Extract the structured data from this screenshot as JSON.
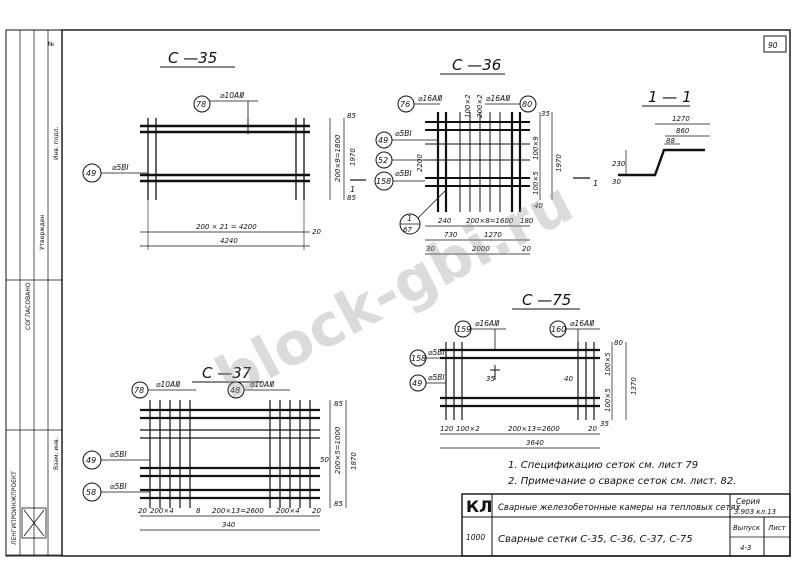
{
  "sheet": {
    "number": "90",
    "corner_mark": "№"
  },
  "grids": {
    "c35": {
      "title": "С —35",
      "bar_top": "⌀10АⅢ",
      "bar_top_pos": "78",
      "bar_side": "⌀5ВⅠ",
      "bar_side_pos": "49",
      "dim_bottom_inner": "200 × 21 = 4200",
      "dim_bottom_end": "20",
      "dim_total": "4240",
      "dim_right_inner": "200×9=1800",
      "dim_right_total": "1970",
      "dim_right_top": "85",
      "dim_right_bottom": "85",
      "section_mark": "1"
    },
    "c36": {
      "title": "С —36",
      "pos_a": "76",
      "bar_a": "⌀16АⅢ",
      "pos_b": "80",
      "bar_b": "⌀16АⅢ",
      "pos_c": "49",
      "bar_c": "⌀5ВⅠ",
      "pos_d": "52",
      "pos_e": "158",
      "bar_e": "⌀5ВⅠ",
      "dim_top_a": "100×2",
      "dim_top_b": "200×2",
      "dim_left": "2200",
      "dim_right_a": "100×9",
      "dim_right_b": "100×5",
      "dim_right_c": "40",
      "dim_right_top": "35",
      "dim_right_total": "1970",
      "dim_b1": "240",
      "dim_b2": "200×8=1600",
      "dim_b3": "180",
      "dim_b4": "730",
      "dim_b5": "1270",
      "dim_b6": "2000",
      "dim_b7": "30",
      "dim_b8": "20",
      "callout_top": "1",
      "callout_bottom": "67",
      "section_mark": "1"
    },
    "section11": {
      "title": "1 — 1",
      "dim_a": "1270",
      "dim_b": "860",
      "dim_c": "88",
      "dim_d": "230",
      "dim_e": "30"
    },
    "c75": {
      "title": "С —75",
      "pos_a": "159",
      "bar_a": "⌀16АⅢ",
      "pos_b": "160",
      "bar_b": "⌀16АⅢ",
      "pos_c": "158",
      "bar_c": "⌀5ВⅠ",
      "pos_d": "49",
      "bar_d": "⌀5ВⅠ",
      "dim_inner_a": "35",
      "dim_inner_b": "40",
      "dim_left": "120",
      "dim_left2": "100×2",
      "dim_mid": "200×13=2600",
      "dim_end": "20",
      "dim_total": "3640",
      "dim_right_a": "100×5",
      "dim_right_b": "100×5",
      "dim_right_c": "80",
      "dim_right_d": "35",
      "dim_right_total": "1370"
    },
    "c37": {
      "title": "С —37",
      "pos_a": "78",
      "bar_a": "⌀10АⅢ",
      "pos_b": "48",
      "bar_b": "⌀10АⅢ",
      "pos_c": "49",
      "bar_c": "⌀5ВⅠ",
      "pos_d": "58",
      "bar_d": "⌀5ВⅠ",
      "dim_b1": "20",
      "dim_b2": "200×4",
      "dim_b3": "8",
      "dim_b4": "200×13=2600",
      "dim_b5": "200×4",
      "dim_b6": "20",
      "dim_total": "340",
      "dim_right_a": "85",
      "dim_right_b": "200×5=1000",
      "dim_right_c": "1870",
      "dim_right_d": "50",
      "dim_right_e": "85"
    }
  },
  "notes": [
    "1. Спецификацию сеток см. лист 79",
    "2. Примечание о сварке сеток см. лист. 82."
  ],
  "title_block": {
    "code": "КЛ",
    "row1": "Сварные железобетонные камеры на тепловых сетях",
    "code2": "1000",
    "row2": "Сварные сетки С-35, С-36, С-37, С-75",
    "series_label": "Серия",
    "series_value": "3.903 кл.13",
    "issue_label": "Выпуск",
    "issue_value": "4-3",
    "sheet_label": "Лист"
  },
  "left_stamps": {
    "org": "ЛЕНГИПРОИНЖПРОЕКТ",
    "approved": "СОГЛАСОВАНО",
    "col_a": "Утвержден",
    "col_b": "Инв. подл.",
    "col_c": "Взам. инв."
  },
  "watermark": "block-gbi.ru"
}
